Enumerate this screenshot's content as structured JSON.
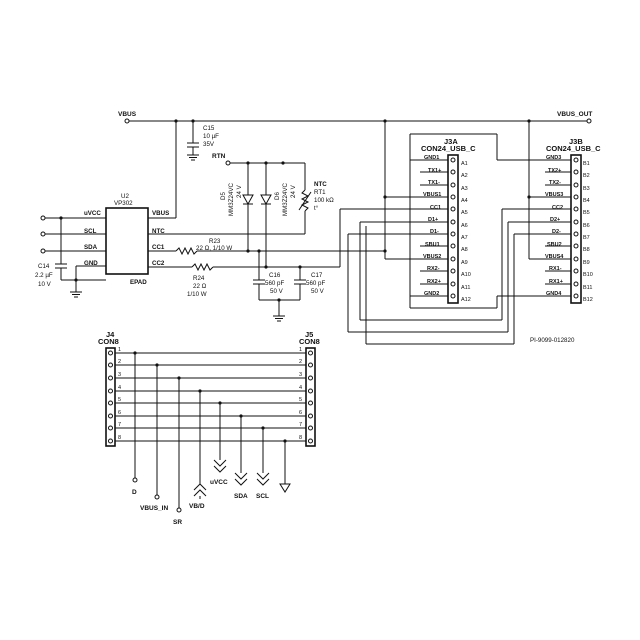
{
  "nets": {
    "vbus": "VBUS",
    "vbus_out": "VBUS_OUT",
    "rtn": "RTN"
  },
  "u2": {
    "ref": "U2",
    "part": "VP302",
    "left_pins": [
      "uVCC",
      "SCL",
      "SDA",
      "GND"
    ],
    "right_pins": [
      "VBUS",
      "NTC",
      "CC1",
      "CC2"
    ],
    "epad": "EPAD"
  },
  "components": {
    "c15": {
      "ref": "C15",
      "value": "10 µF",
      "rating": "35V"
    },
    "c14": {
      "ref": "C14",
      "value": "2.2 µF",
      "rating": "10 V"
    },
    "d5": {
      "ref": "D5",
      "part": "MM3Z24VC",
      "rating": "24 V"
    },
    "d6": {
      "ref": "D6",
      "part": "MM3Z24VC",
      "rating": "24 V"
    },
    "rt1": {
      "type": "NTC",
      "ref": "RT1",
      "value": "100 kΩ",
      "symbol": "t°"
    },
    "r23": {
      "ref": "R23",
      "value": "22 Ω, 1/10 W"
    },
    "r24": {
      "ref": "R24",
      "value": "22 Ω",
      "power": "1/10 W"
    },
    "c16": {
      "ref": "C16",
      "value": "560 pF",
      "rating": "50 V"
    },
    "c17": {
      "ref": "C17",
      "value": "560 pF",
      "rating": "50 V"
    }
  },
  "j3a": {
    "ref": "J3A",
    "part": "CON24_USB_C",
    "pins": [
      {
        "name": "GND1",
        "num": "A1"
      },
      {
        "name": "TX1+",
        "num": "A2"
      },
      {
        "name": "TX1-",
        "num": "A3"
      },
      {
        "name": "VBUS1",
        "num": "A4"
      },
      {
        "name": "CC1",
        "num": "A5"
      },
      {
        "name": "D1+",
        "num": "A6"
      },
      {
        "name": "D1-",
        "num": "A7"
      },
      {
        "name": "SBU1",
        "num": "A8"
      },
      {
        "name": "VBUS2",
        "num": "A9"
      },
      {
        "name": "RX2-",
        "num": "A10"
      },
      {
        "name": "RX2+",
        "num": "A11"
      },
      {
        "name": "GND2",
        "num": "A12"
      }
    ]
  },
  "j3b": {
    "ref": "J3B",
    "part": "CON24_USB_C",
    "pins": [
      {
        "name": "GND3",
        "num": "B1"
      },
      {
        "name": "TX2+",
        "num": "B2"
      },
      {
        "name": "TX2-",
        "num": "B3"
      },
      {
        "name": "VBUS3",
        "num": "B4"
      },
      {
        "name": "CC2",
        "num": "B5"
      },
      {
        "name": "D2+",
        "num": "B6"
      },
      {
        "name": "D2-",
        "num": "B7"
      },
      {
        "name": "SBU2",
        "num": "B8"
      },
      {
        "name": "VBUS4",
        "num": "B9"
      },
      {
        "name": "RX1-",
        "num": "B10"
      },
      {
        "name": "RX1+",
        "num": "B11"
      },
      {
        "name": "GND4",
        "num": "B12"
      }
    ]
  },
  "j4": {
    "ref": "J4",
    "part": "CON8",
    "pins": [
      "1",
      "2",
      "3",
      "4",
      "5",
      "6",
      "7",
      "8"
    ]
  },
  "j5": {
    "ref": "J5",
    "part": "CON8",
    "pins": [
      "1",
      "2",
      "3",
      "4",
      "5",
      "6",
      "7",
      "8"
    ]
  },
  "bottom_nets": {
    "d": "D",
    "vbus_in": "VBUS_IN",
    "sr": "SR",
    "vbd": "VB/D",
    "uvcc": "uVCC",
    "sda": "SDA",
    "scl": "SCL"
  },
  "drawing_id": "PI-9099-012820"
}
